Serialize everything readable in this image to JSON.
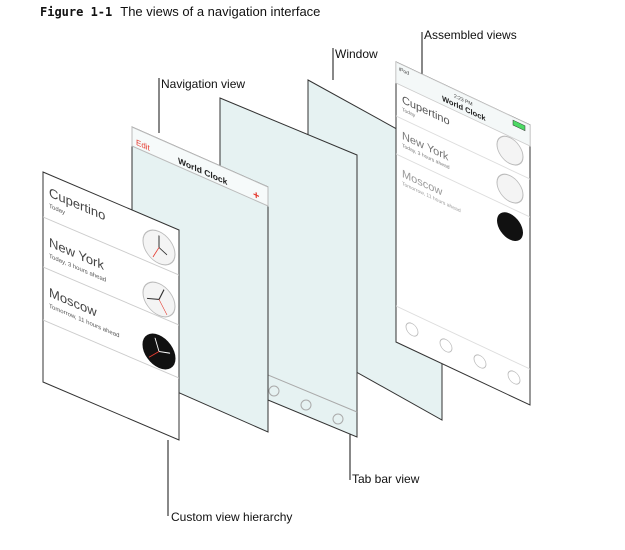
{
  "caption": {
    "figure_number": "Figure 1-1",
    "title": "The views of a navigation interface"
  },
  "labels": {
    "custom_view_hierarchy": "Custom view hierarchy",
    "navigation_view": "Navigation view",
    "window": "Window",
    "tab_bar_view": "Tab bar view",
    "assembled_views": "Assembled views"
  },
  "screen": {
    "status_left": "iPod",
    "status_time": "2:23 PM",
    "nav_title": "World Clock",
    "edit_label": "Edit",
    "add_label": "+",
    "clocks": [
      {
        "city": "Cupertino",
        "detail": "Today"
      },
      {
        "city": "New York",
        "detail": "Today, 3 hours ahead"
      },
      {
        "city": "Moscow",
        "detail": "Tomorrow, 11 hours ahead"
      }
    ]
  },
  "colors": {
    "panel_border": "#333333",
    "glass_fill": "#e6f2f2",
    "accent": "#e53b30",
    "clock_dark": "#111111"
  }
}
